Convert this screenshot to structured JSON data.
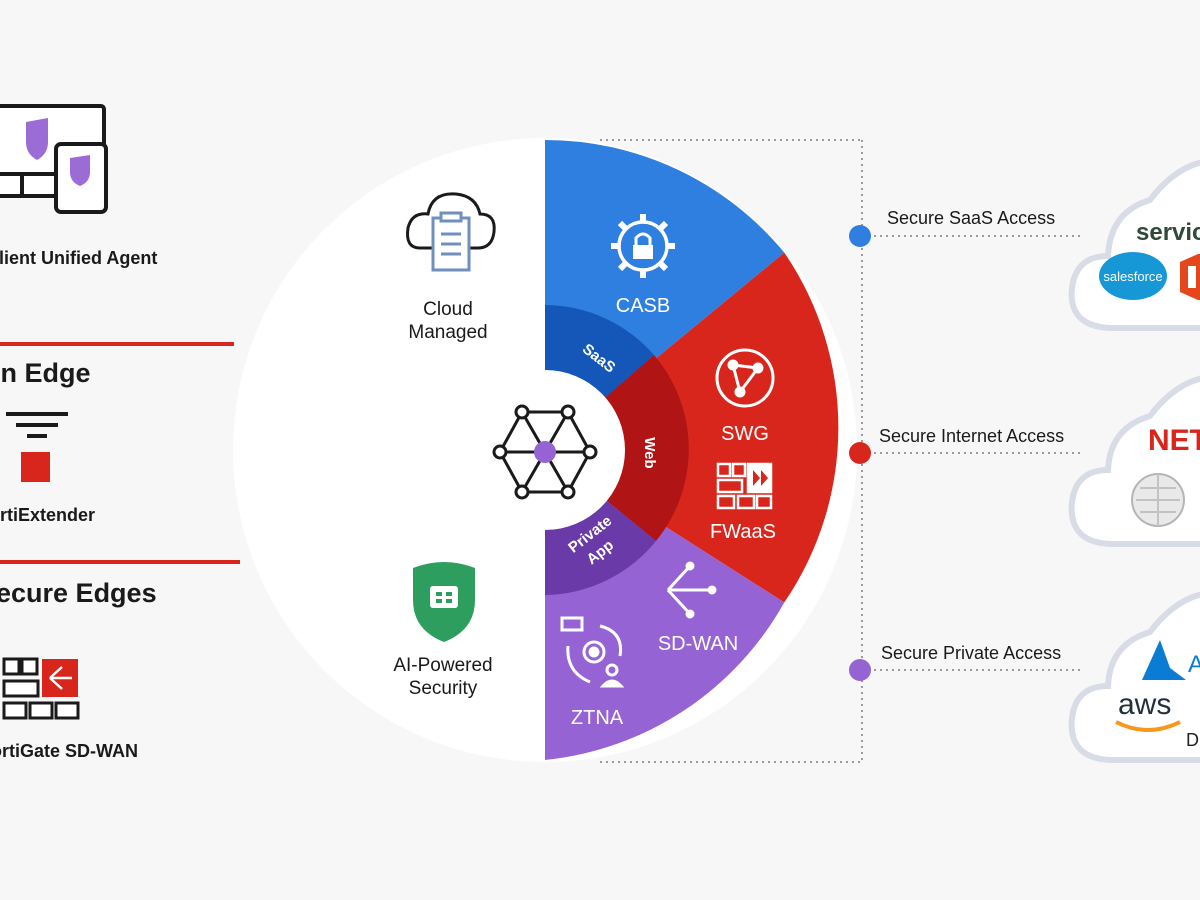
{
  "left": {
    "agent_label": "Client Unified Agent",
    "edge_title": "Thin Edge",
    "extender_label": "FortiExtender",
    "secure_edges_title": "Secure Edges",
    "sdwan_label": "FortiGate SD-WAN"
  },
  "wheel": {
    "cloud_managed": [
      "Cloud",
      "Managed"
    ],
    "ai_security": [
      "AI-Powered",
      "Security"
    ],
    "casb": "CASB",
    "saas": "SaaS",
    "swg": "SWG",
    "web": "Web",
    "fwaas": "FWaaS",
    "private_app": [
      "Private",
      "App"
    ],
    "sdwan": "SD-WAN",
    "ztna": "ZTNA"
  },
  "connections": {
    "saas_access": "Secure SaaS Access",
    "internet_access": "Secure Internet Access",
    "private_access": "Secure Private Access"
  },
  "clouds": {
    "saas": {
      "servicenow": "servicenow",
      "salesforce": "salesforce"
    },
    "internet": {
      "netflix": "NETFLIX"
    },
    "private": {
      "azure": "Azure",
      "aws": "aws",
      "d": "D"
    }
  },
  "colors": {
    "red": "#d9261c",
    "blue": "#2f7fe0",
    "dark_blue": "#1557b8",
    "purple": "#9563d4",
    "dark_purple": "#6a3aa8",
    "web_dark_red": "#b01414",
    "shield_green": "#2e9e5e",
    "agent_purple": "#9b6bd6"
  }
}
